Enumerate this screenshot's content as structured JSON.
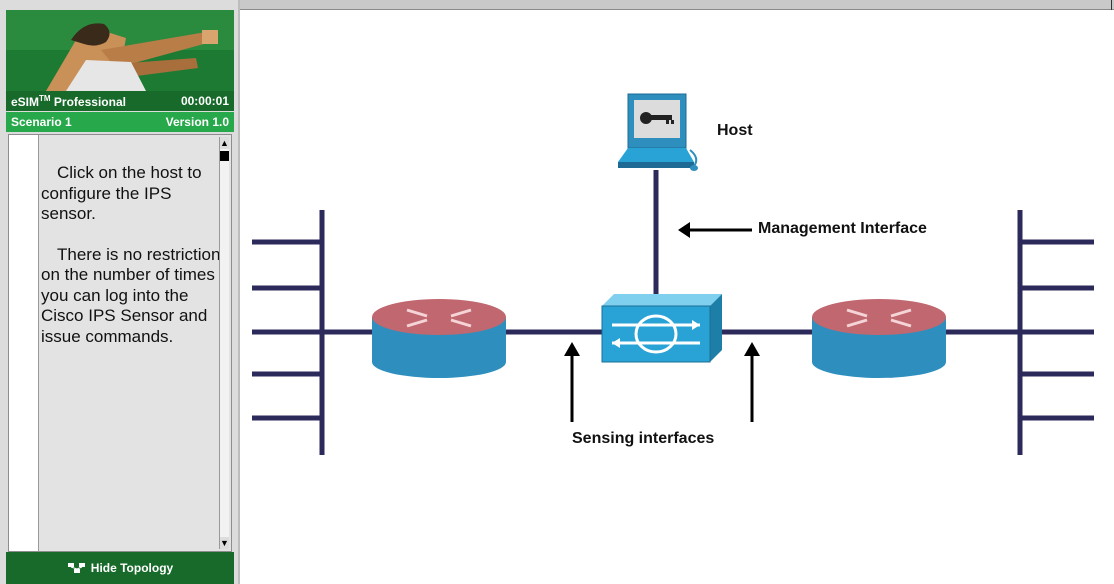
{
  "app": {
    "product_name": "eSIM",
    "product_tm": "TM",
    "product_suffix": "Professional",
    "timer": "00:00:01",
    "scenario": "Scenario 1",
    "version": "Version 1.0"
  },
  "instructions": {
    "paragraph_1": "Click on the host to configure the IPS sensor.",
    "paragraph_2": "There is no restriction on the number of times you can log into the Cisco IPS Sensor and issue commands."
  },
  "footer": {
    "hide_topology_label": "Hide Topology"
  },
  "topology": {
    "host_label": "Host",
    "management_label": "Management Interface",
    "sensing_label": "Sensing interfaces"
  },
  "colors": {
    "line": "#2b2a5a",
    "router_top": "#c0676f",
    "router_side": "#2e8fbf",
    "sensor": "#29a3d6",
    "dark_green": "#176a2a",
    "light_green": "#27a84a"
  },
  "icons": {
    "hide_topology": "network-icon",
    "host": "computer-icon",
    "sensor": "ips-sensor-icon",
    "router": "router-icon"
  }
}
